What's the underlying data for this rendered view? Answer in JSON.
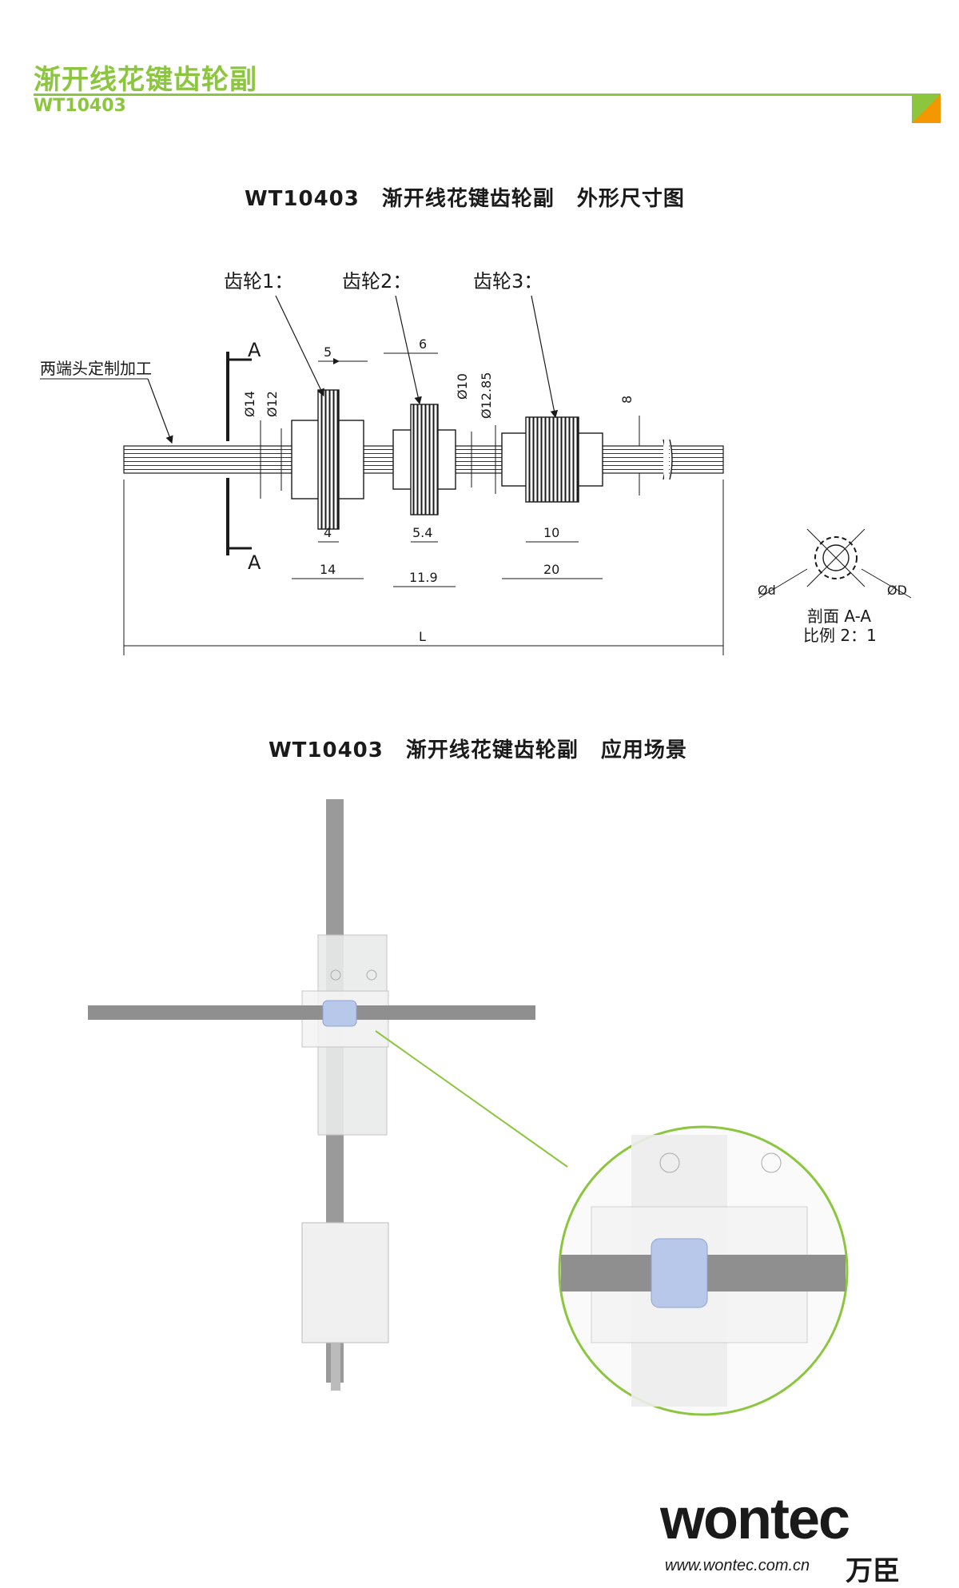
{
  "header": {
    "title": "渐开线花键齿轮副",
    "code": "WT10403"
  },
  "drawing": {
    "title_code": "WT10403",
    "title_name": "渐开线花键齿轮副",
    "title_suffix": "外形尺寸图",
    "gear1": "齿轮1：",
    "gear2": "齿轮2：",
    "gear3": "齿轮3：",
    "end_note": "两端头定制加工",
    "section_mark": "A",
    "dims": {
      "w5": "5",
      "w6": "6",
      "w8": "8",
      "d14": "Ø14",
      "d12": "Ø12",
      "d10": "Ø10",
      "d1285": "Ø12.85",
      "w4": "4",
      "w54": "5.4",
      "w10": "10",
      "w14": "14",
      "w119": "11.9",
      "w20": "20",
      "L": "L"
    },
    "section": {
      "label_d": "Ød",
      "label_D": "ØD",
      "name": "剖面 A-A",
      "scale": "比例 2：1"
    }
  },
  "application": {
    "title_code": "WT10403",
    "title_name": "渐开线花键齿轮副",
    "title_suffix": "应用场景"
  },
  "brand": {
    "logo": "wontec",
    "url": "www.wontec.com.cn",
    "cn_name": "万臣",
    "colors": {
      "green": "#8cc63f",
      "orange": "#f39800",
      "gear_blue": "#b8c8ea"
    }
  }
}
